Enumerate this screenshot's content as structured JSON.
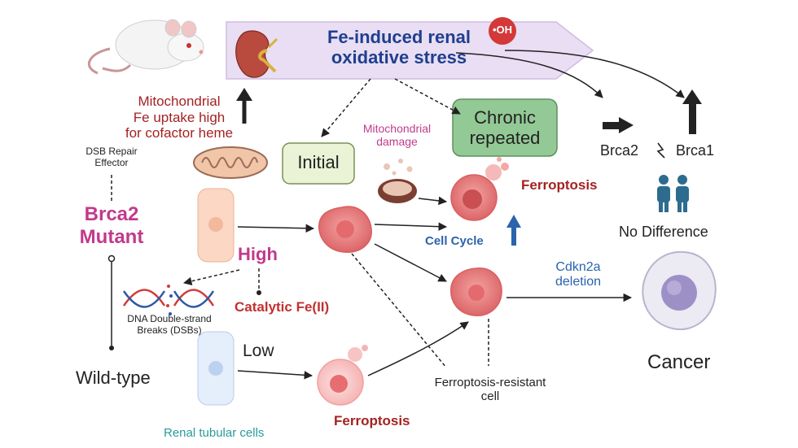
{
  "banner": {
    "title_line1": "Fe-induced renal",
    "title_line2": "oxidative stress",
    "radical": "•OH"
  },
  "left": {
    "mito_line1": "Mitochondrial",
    "mito_line2": "Fe uptake high",
    "mito_line3": "for cofactor heme",
    "dsb_effector_line1": "DSB Repair",
    "dsb_effector_line2": "Effector",
    "brca2_line1": "Brca2",
    "brca2_line2": "Mutant",
    "dna_line1": "DNA Double-strand",
    "dna_line2": "Breaks (DSBs)",
    "wild_type": "Wild-type",
    "renal_tubular": "Renal tubular cells"
  },
  "middle": {
    "high": "High",
    "low": "Low",
    "catalytic": "Catalytic Fe(II)",
    "initial": "Initial",
    "chronic_line1": "Chronic",
    "chronic_line2": "repeated",
    "mito_damage_line1": "Mitochondrial",
    "mito_damage_line2": "damage",
    "ferroptosis_top": "Ferroptosis",
    "cell_cycle": "Cell Cycle",
    "ferroptosis_bottom": "Ferroptosis",
    "resistant_line1": "Ferroptosis-resistant",
    "resistant_line2": "cell"
  },
  "right": {
    "brca2": "Brca2",
    "brca1": "Brca1",
    "no_difference": "No Difference",
    "cdkn2a_line1": "Cdkn2a",
    "cdkn2a_line2": "deletion",
    "cancer": "Cancer"
  },
  "colors": {
    "banner_fill": "#e9def3",
    "banner_text": "#1f3f8f",
    "dark_red": "#a52222",
    "magenta": "#c13a8c",
    "blue": "#2b63ad",
    "teal": "#2a9a9a",
    "initial_fill": "#eaf3d6",
    "chronic_fill": "#93c995",
    "cell_pink": "#e9787a",
    "people_blue": "#2d6c8f"
  },
  "icons": [
    "rat-icon",
    "kidney-icon",
    "mitochondrion-icon",
    "dna-icon",
    "damaged-mitochondrion-icon",
    "people-icon",
    "cancer-cell-icon",
    "up-arrow-icon"
  ]
}
